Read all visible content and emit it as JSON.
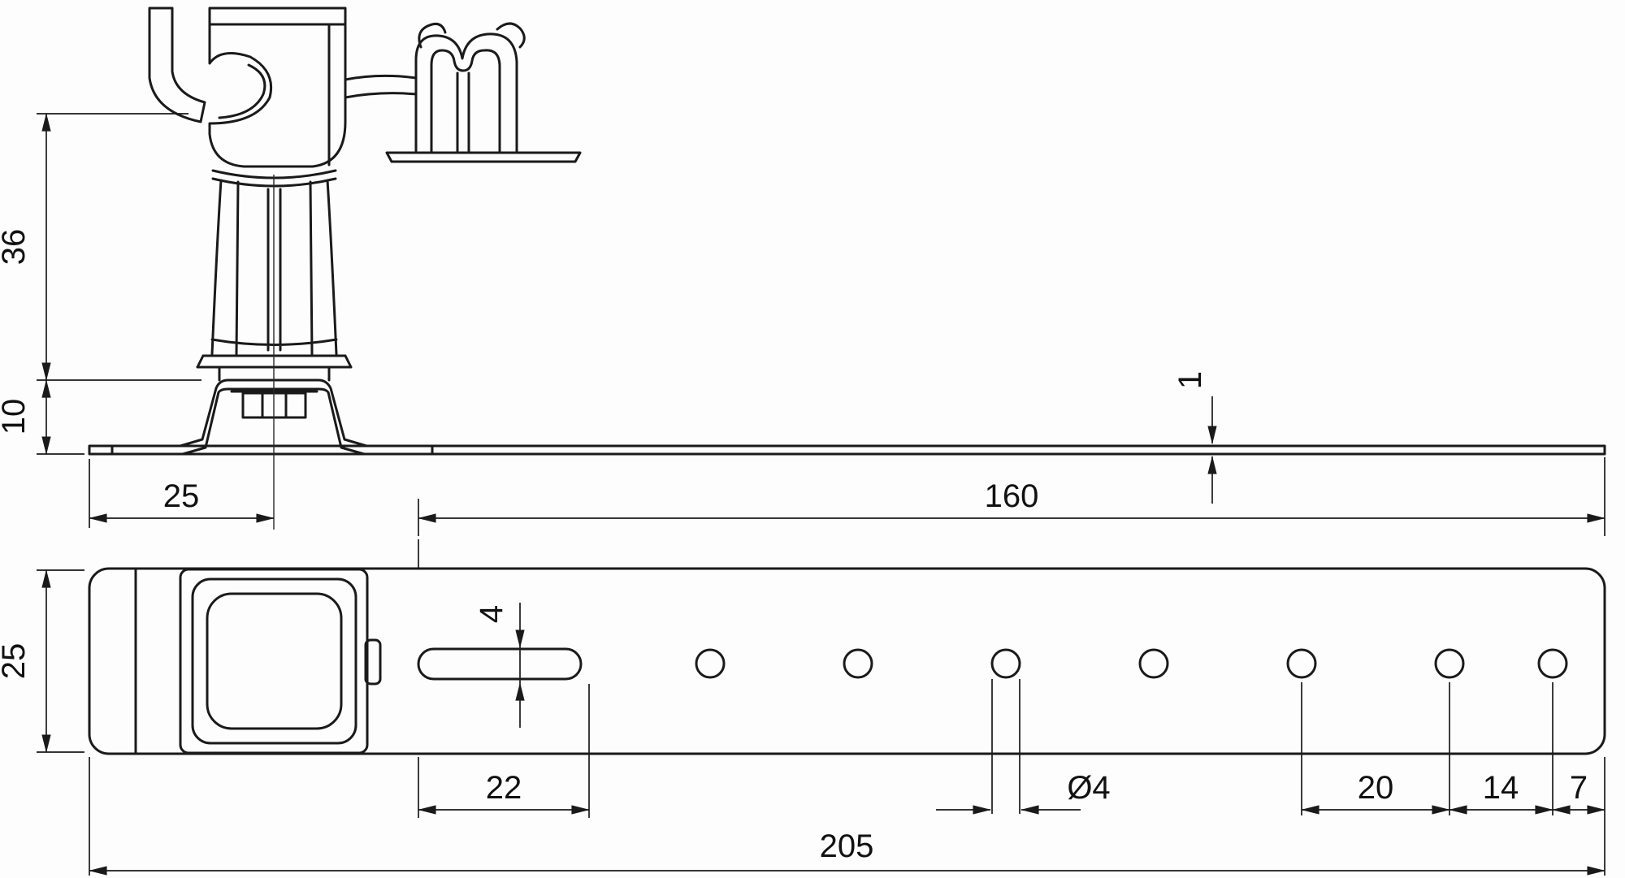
{
  "drawing": {
    "type": "technical-dimension-drawing",
    "background": "#fdfdfd",
    "line_color": "#1a1a1a",
    "views": {
      "side": {
        "name": "side-elevation-of-conductor-holder-on-strip",
        "dims": {
          "holder_height": "36",
          "base_height": "10",
          "center_offset": "25",
          "strip_thickness": "1",
          "hole_field_length": "160"
        }
      },
      "plan": {
        "name": "plan-view-of-mounting-strip",
        "dims": {
          "strip_width": "25",
          "slot_width": "4",
          "slot_length": "22",
          "hole_diameter": "Ø4",
          "hole_pitch": "20",
          "end_pitch": "14",
          "edge_distance": "7",
          "total_length": "205"
        },
        "hole_count": 7
      }
    }
  }
}
